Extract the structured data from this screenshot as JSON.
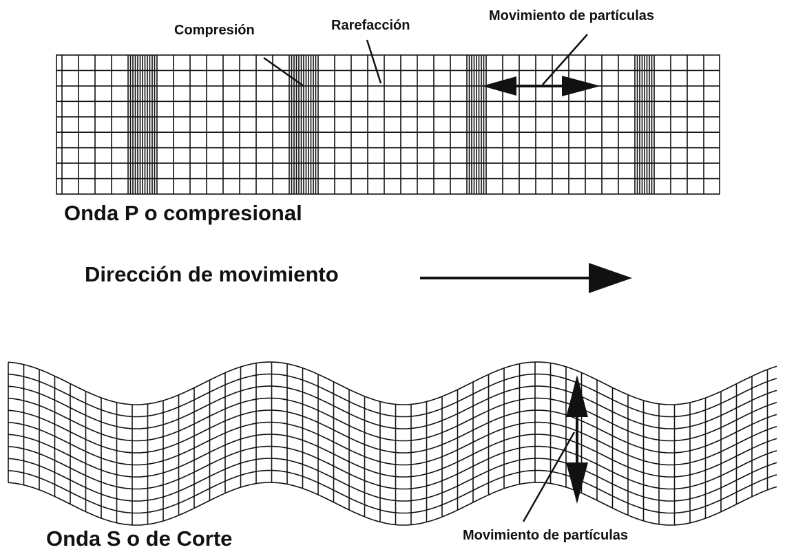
{
  "p_wave": {
    "title": "Onda P o compresional",
    "compression_label": "Compresión",
    "rarefaction_label": "Rarefacción",
    "particle_motion_label": "Movimiento de partículas"
  },
  "direction": {
    "label": "Dirección de movimiento"
  },
  "s_wave": {
    "title": "Onda S o de Corte",
    "particle_motion_label": "Movimiento de partículas"
  },
  "colors": {
    "ink": "#111111",
    "background": "#ffffff"
  }
}
